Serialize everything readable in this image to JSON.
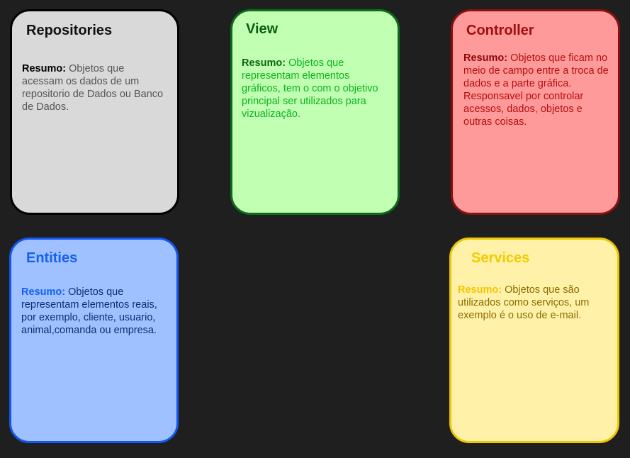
{
  "cards": {
    "repositories": {
      "title": "Repositories",
      "label": "Resumo:",
      "text": " Objetos que acessam os dados de um repositorio de Dados ou Banco de Dados.",
      "background": "#d9d9d9",
      "border": "#000000"
    },
    "view": {
      "title": "View",
      "label": "Resumo:",
      "text": " Objetos que representam elementos gráficos, tem o com o objetivo principal ser utilizados para vizualização.",
      "background": "#c1ffb3",
      "border": "#0d6b1a"
    },
    "controller": {
      "title": "Controller",
      "label": "Resumo:",
      "text": " Objetos que ficam no meio de campo entre a troca de dados e a parte gráfica. Responsavel por controlar acessos, dados, objetos e outras coisas.",
      "background": "#ff9a9a",
      "border": "#8a0f0f"
    },
    "entities": {
      "title": "Entities",
      "label": "Resumo:",
      "text": " Objetos que representam elementos reais, por exemplo, cliente, usuario, animal,comanda ou empresa.",
      "background": "#a0c1ff",
      "border": "#1157ee"
    },
    "services": {
      "title": "Services",
      "label": "Resumo:",
      "text": " Objetos que são utilizados como serviços, um exemplo é o uso de e-mail.",
      "background": "#fff1a8",
      "border": "#ecc600"
    }
  },
  "colors": {
    "canvas_background": "#1f1f1f"
  }
}
